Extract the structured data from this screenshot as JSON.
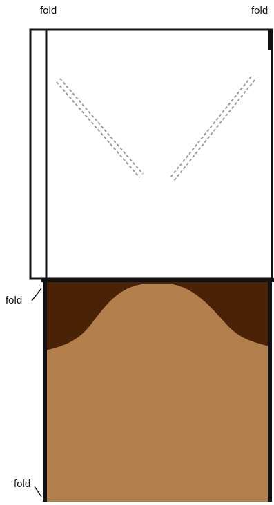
{
  "labels": {
    "top_left": "fold",
    "top_right": "fold",
    "middle_left": "fold",
    "bottom_left": "fold"
  },
  "colors": {
    "outline": "#111111",
    "paper": "#ffffff",
    "dashes": "#9a9a9a",
    "dark_brown": "#4a2205",
    "light_brown": "#b37f4d"
  }
}
